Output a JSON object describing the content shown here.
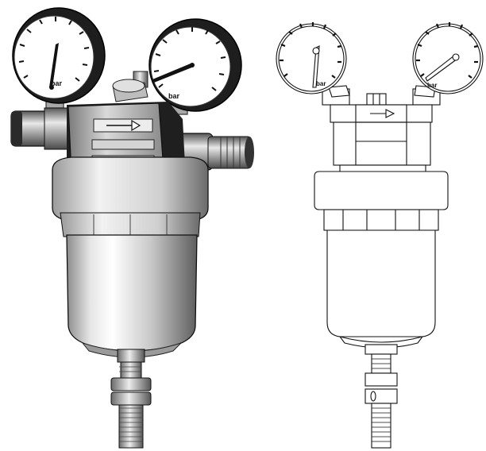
{
  "gauges": {
    "left_render_left": {
      "unit": "bar"
    },
    "left_render_right": {
      "unit": "bar"
    },
    "right_drawing_left": {
      "unit": "bar"
    },
    "right_drawing_right": {
      "unit": "bar"
    }
  }
}
